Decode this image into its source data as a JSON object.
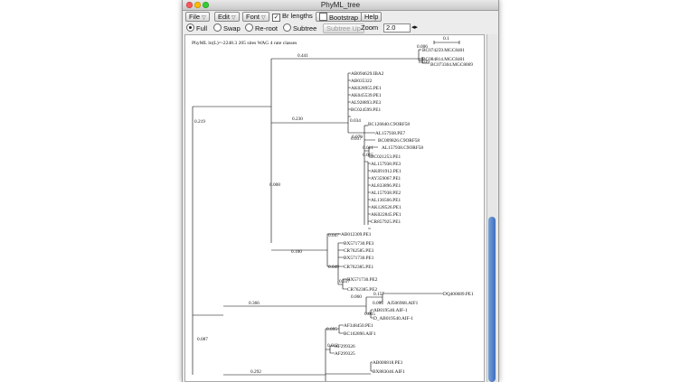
{
  "window": {
    "title": "PhyML_tree"
  },
  "toolbar": {
    "file_label": "File",
    "edit_label": "Edit",
    "font_label": "Font",
    "br_lengths_label": "Br lengths",
    "br_lengths_checked": true,
    "bootstrap_label": "Bootstrap",
    "bootstrap_checked": false,
    "help_label": "Help",
    "full_label": "Full",
    "swap_label": "Swap",
    "reroot_label": "Re-root",
    "subtree_label": "Subtree",
    "subtree_up_label": "Subtree Up",
    "zoom_label": "Zoom",
    "zoom_value": "2.0",
    "arrow_glyph": "▽",
    "stepper_glyph": "◂▸"
  },
  "tree": {
    "header": "PhyML ln(L)=-2248.3 205 sites WAG 4 rate classes",
    "scale_label": "0.1",
    "taxa": [
      "BC074259.MGC8401",
      "BC084814.MGC8401",
      "BC073304.MGC8069",
      "AB094629.IBA2",
      "AB035322",
      "AK028955.PE1",
      "AK045539.PE1",
      "AL928893.PE3",
      "BC024599.PE1",
      "BC126840.C9ORF58",
      "AL157938.PE7",
      "BC009826.C9ORF58",
      "AL157938.C9ORF58",
      "BC021253.PE1",
      "AL157938.PE3",
      "AK091912.PE1",
      "AY359067.PE1",
      "AL833896.PE1",
      "AL157938.PE2",
      "AL136566.PE1",
      "AK128526.PE1",
      "AK022845.PE1",
      "CR857925.PE1",
      "AB012309.PE1",
      "BX571730.PE3",
      "CR762585.PE3",
      "BX571730.PE1",
      "CR762385.PE1",
      "BX571730.PE2",
      "CR762385.PE2",
      "DQ400689.PE1",
      "AJ506968.AIF1",
      "AB019540.AIF-1",
      "D_AB019540.AIF-1",
      "AF348450.PE1",
      "BC102890.AIF1",
      "AF299326",
      "AF299325",
      "AB000818.PE1",
      "BX883046.AIF1"
    ],
    "branch_labels": [
      "0.441",
      "0.006",
      "0.039",
      "0.219",
      "0.230",
      "0.034",
      "0.079",
      "0.037",
      "0.011",
      "0.015",
      "0.008",
      "0.160",
      "0.047",
      "0.049",
      "0.037",
      "0.366",
      "0.060",
      "0.157",
      "0.095",
      "0.065",
      "0.087",
      "0.095",
      "0.012",
      "0.292"
    ]
  }
}
